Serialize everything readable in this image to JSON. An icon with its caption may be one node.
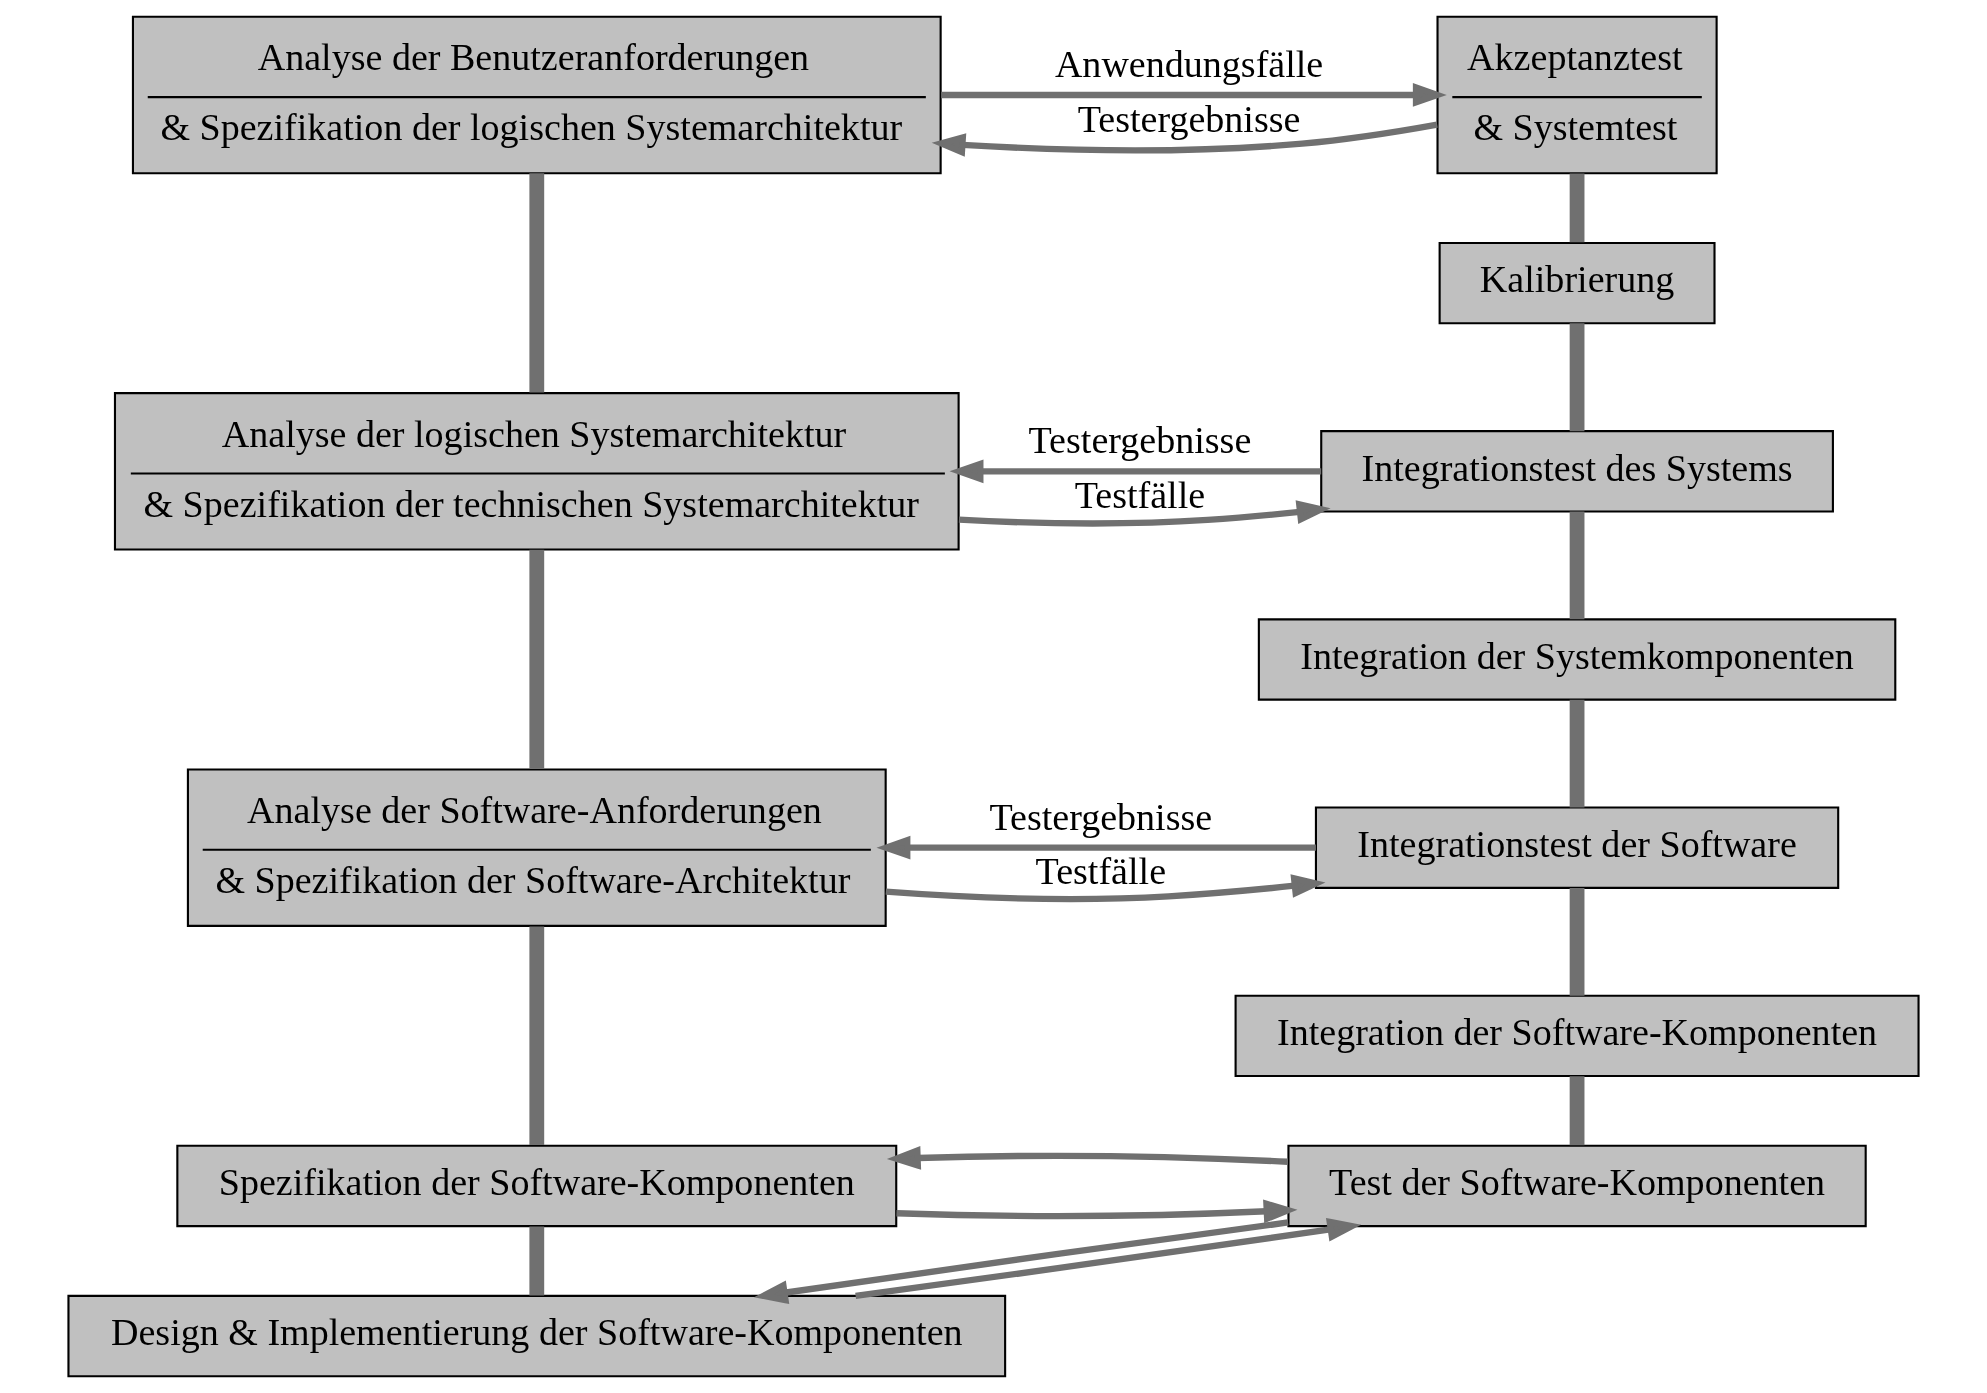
{
  "diagram": {
    "nodes": [
      {
        "text": [
          "Analyse der Benutzeranforderungen",
          "& Spezifikation der logischen Systemarchitektur"
        ]
      },
      {
        "text": [
          "Akzeptanztest",
          "& Systemtest"
        ]
      },
      {
        "text": [
          "Analyse der logischen Systemarchitektur",
          "& Spezifikation der technischen Systemarchitektur"
        ]
      },
      {
        "text": [
          "Kalibrierung"
        ]
      },
      {
        "text": [
          "Integrationstest des Systems"
        ]
      },
      {
        "text": [
          "Integration der Systemkomponenten"
        ]
      },
      {
        "text": [
          "Analyse der Software-Anforderungen",
          "& Spezifikation der Software-Architektur"
        ]
      },
      {
        "text": [
          "Integrationstest der Software"
        ]
      },
      {
        "text": [
          "Integration der Software-Komponenten"
        ]
      },
      {
        "text": [
          "Spezifikation der Software-Komponenten"
        ]
      },
      {
        "text": [
          "Design & Implementierung der Software-Komponenten"
        ]
      },
      {
        "text": [
          "Test der Software-Komponenten"
        ]
      }
    ],
    "edges": [
      {
        "from": 0,
        "to": 1,
        "arrow": "to",
        "label": "Anwendungsfälle"
      },
      {
        "from": 1,
        "to": 0,
        "arrow": "to",
        "label": "Testergebnisse"
      },
      {
        "from": 2,
        "to": 4,
        "arrow": "to",
        "label": "Testfälle"
      },
      {
        "from": 4,
        "to": 2,
        "arrow": "to",
        "label": "Testergebnisse"
      },
      {
        "from": 6,
        "to": 7,
        "arrow": "to",
        "label": "Testfälle"
      },
      {
        "from": 7,
        "to": 6,
        "arrow": "to",
        "label": "Testergebnisse"
      },
      {
        "from": 9,
        "to": 11,
        "arrow": "to"
      },
      {
        "from": 11,
        "to": 9,
        "arrow": "to"
      },
      {
        "from": 10,
        "to": 11,
        "arrow": "to"
      },
      {
        "from": 11,
        "to": 10,
        "arrow": "to"
      },
      {
        "from": 0,
        "to": 2,
        "arrow": "none",
        "style": "thick"
      },
      {
        "from": 2,
        "to": 6,
        "arrow": "none",
        "style": "thick"
      },
      {
        "from": 6,
        "to": 9,
        "arrow": "none",
        "style": "thick"
      },
      {
        "from": 9,
        "to": 10,
        "arrow": "none",
        "style": "thick"
      },
      {
        "from": 1,
        "to": 3,
        "arrow": "none",
        "style": "thick"
      },
      {
        "from": 3,
        "to": 4,
        "arrow": "none",
        "style": "thick"
      },
      {
        "from": 4,
        "to": 5,
        "arrow": "none",
        "style": "thick"
      },
      {
        "from": 5,
        "to": 7,
        "arrow": "none",
        "style": "thick"
      },
      {
        "from": 7,
        "to": 8,
        "arrow": "none",
        "style": "thick"
      },
      {
        "from": 8,
        "to": 11,
        "arrow": "none",
        "style": "thick"
      }
    ]
  }
}
